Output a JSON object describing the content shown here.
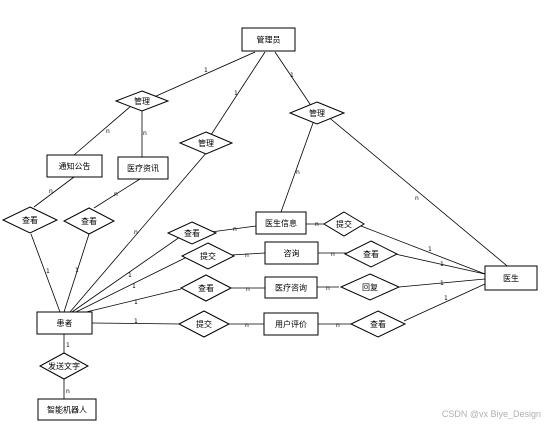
{
  "entities": {
    "admin": "管理员",
    "notice": "通知公告",
    "medinfo": "医疗资讯",
    "docinfo": "医生信息",
    "consult": "咨询",
    "medconsult": "医疗咨询",
    "review": "用户评价",
    "patient": "患者",
    "doctor": "医生",
    "robot": "智能机器人"
  },
  "relations": {
    "r_manage1": "管理",
    "r_manage2": "管理",
    "r_manage3": "管理",
    "r_view_notice": "查看",
    "r_view_med": "查看",
    "r_view_doc": "查看",
    "r_submit_doc": "提交",
    "r_submit_consult": "提交",
    "r_view_consult": "查看",
    "r_view_medc": "查看",
    "r_reply": "回复",
    "r_submit_review": "提交",
    "r_view_review": "查看",
    "r_send": "发送文字"
  },
  "cardinalities": {
    "c_admin_m1": "1",
    "c_m1_notice": "n",
    "c_m1_med": "n",
    "c_admin_m2": "1",
    "c_m2_patient": "n",
    "c_admin_m3": "1",
    "c_m3_docinfo": "n",
    "c_m3_doctor": "n",
    "c_notice_v": "n",
    "c_v_patient1": "1",
    "c_med_v": "n",
    "c_v_patient2": "1",
    "c_patient_vd": "1",
    "c_vd_docinfo": "n",
    "c_docinfo_sd": "n",
    "c_sd_doctor": "1",
    "c_patient_sc": "1",
    "c_sc_consult": "n",
    "c_consult_vc": "n",
    "c_vc_doctor": "1",
    "c_patient_vm": "1",
    "c_vm_medc": "n",
    "c_medc_rp": "n",
    "c_rp_doctor": "1",
    "c_patient_sr": "1",
    "c_sr_review": "n",
    "c_review_vr": "n",
    "c_vr_doctor": "1",
    "c_patient_send": "1",
    "c_send_robot": "n"
  },
  "watermark": "CSDN @vx Biye_Design"
}
